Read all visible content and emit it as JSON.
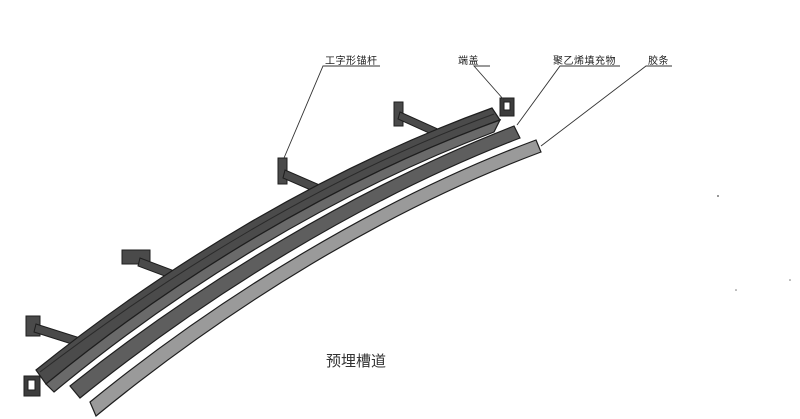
{
  "labels": {
    "anchor": "工字形锚杆",
    "end_cap": "端盖",
    "filler": "聚乙烯填充物",
    "strip": "胶条"
  },
  "caption": "预埋槽道",
  "colors": {
    "channel_dark": "#4b4b4b",
    "channel_mid": "#6a6a6a",
    "filler": "#5e5e5e",
    "strip": "#9a9a9a",
    "outline": "#1e1e1e",
    "leader": "#333333"
  }
}
